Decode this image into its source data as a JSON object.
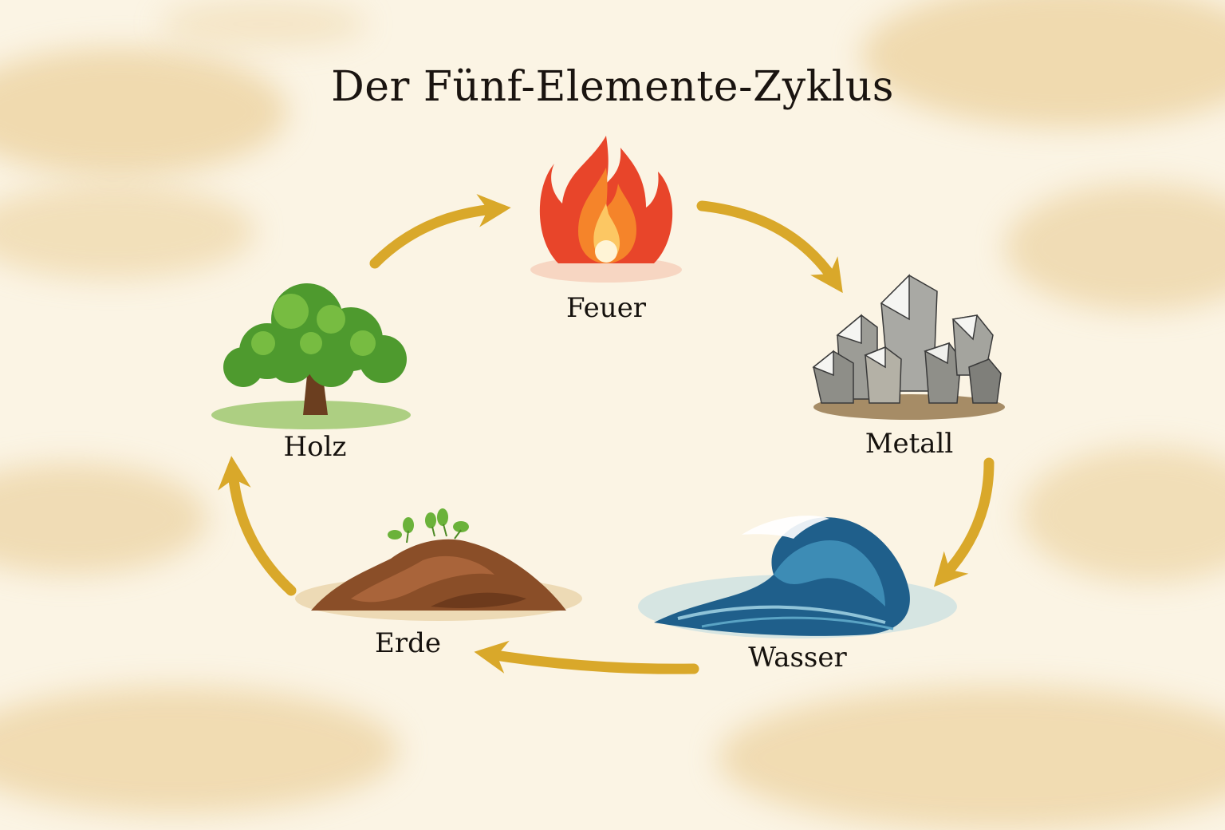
{
  "title": "Der Fünf-Elemente-Zyklus",
  "colors": {
    "background": "#fbf4e4",
    "wash": "#e8c888",
    "arrow": "#d9a82a",
    "text": "#15110d"
  },
  "elements": [
    {
      "id": "feuer",
      "label": "Feuer",
      "icon": "fire-icon"
    },
    {
      "id": "metall",
      "label": "Metall",
      "icon": "crystals-icon"
    },
    {
      "id": "wasser",
      "label": "Wasser",
      "icon": "wave-icon"
    },
    {
      "id": "erde",
      "label": "Erde",
      "icon": "soil-mound-icon"
    },
    {
      "id": "holz",
      "label": "Holz",
      "icon": "tree-icon"
    }
  ],
  "cycle": [
    {
      "from": "Holz",
      "to": "Feuer"
    },
    {
      "from": "Feuer",
      "to": "Metall"
    },
    {
      "from": "Metall",
      "to": "Wasser"
    },
    {
      "from": "Wasser",
      "to": "Erde"
    },
    {
      "from": "Erde",
      "to": "Holz"
    }
  ]
}
